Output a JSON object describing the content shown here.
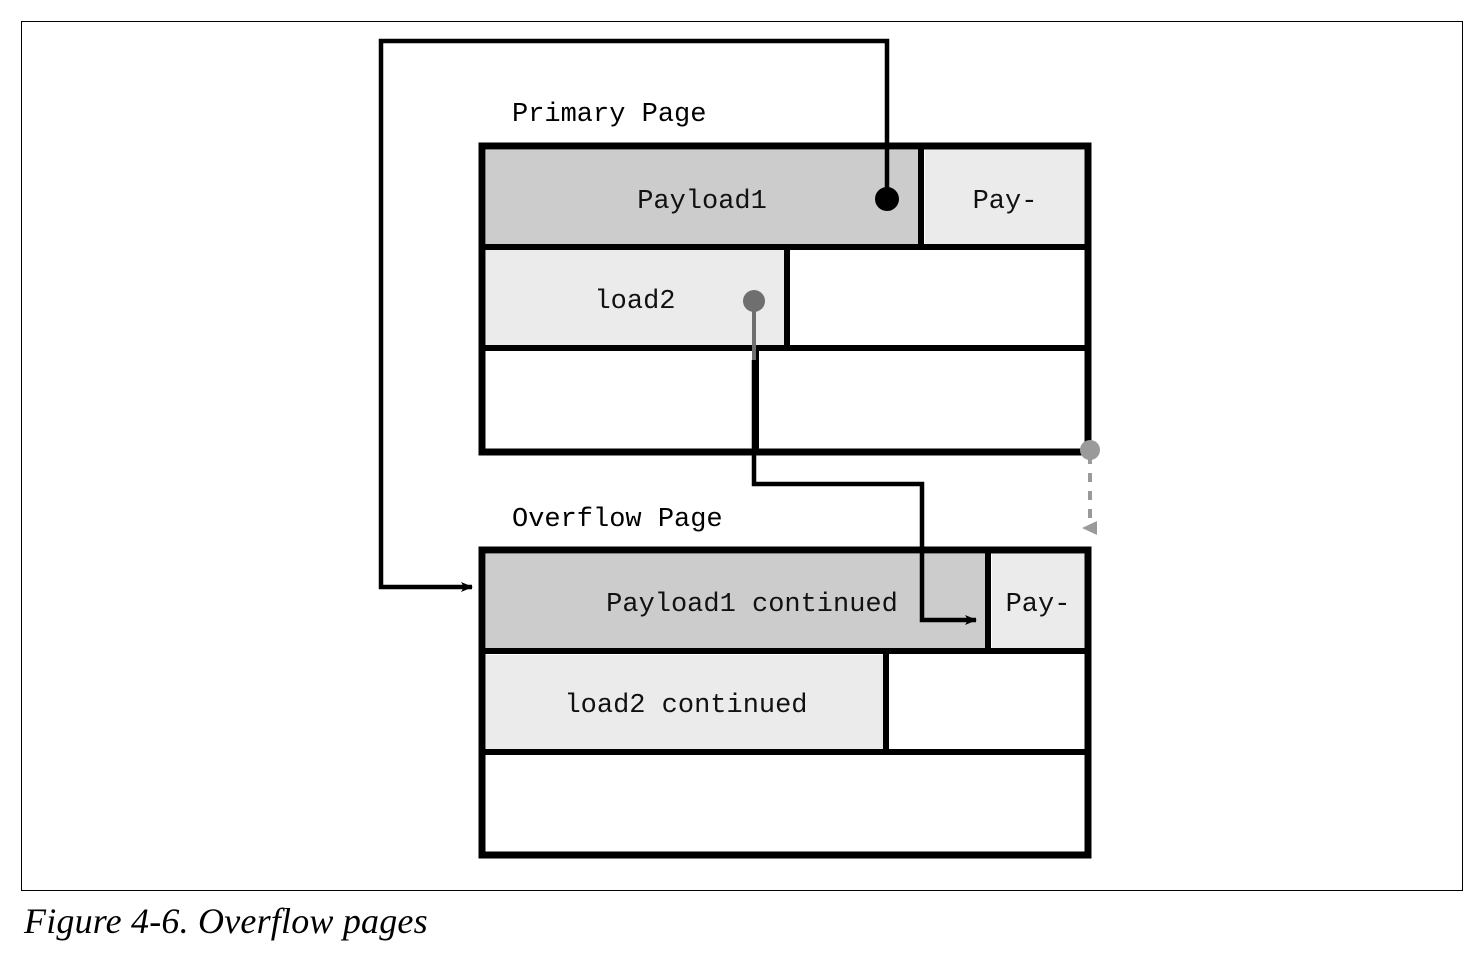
{
  "figure": {
    "caption": "Figure 4-6. Overflow pages",
    "frame_color": "#000000",
    "background": "#ffffff"
  },
  "colors": {
    "payload_dark": "#cccccc",
    "payload_light": "#ebebeb",
    "empty_white": "#ffffff",
    "border": "#000000",
    "pointer_black": "#000000",
    "pointer_gray": "#999999"
  },
  "primary_page": {
    "label": "Primary Page",
    "rows": [
      {
        "cells": [
          {
            "text": "Payload1",
            "fill": "payload_dark"
          },
          {
            "text": "Pay-",
            "fill": "payload_light"
          }
        ]
      },
      {
        "cells": [
          {
            "text": "load2",
            "fill": "payload_light"
          },
          {
            "text": "",
            "fill": "empty_white"
          }
        ]
      },
      {
        "cells": [
          {
            "text": "",
            "fill": "empty_white"
          },
          {
            "text": "",
            "fill": "empty_white"
          }
        ]
      }
    ]
  },
  "overflow_page": {
    "label": "Overflow Page",
    "rows": [
      {
        "cells": [
          {
            "text": "Payload1 continued",
            "fill": "payload_dark"
          },
          {
            "text": "Pay-",
            "fill": "payload_light"
          }
        ]
      },
      {
        "cells": [
          {
            "text": "load2 continued",
            "fill": "payload_light"
          },
          {
            "text": "",
            "fill": "empty_white"
          }
        ]
      },
      {
        "cells": [
          {
            "text": "",
            "fill": "empty_white"
          },
          {
            "text": "",
            "fill": "empty_white"
          }
        ]
      }
    ]
  },
  "connectors": [
    {
      "name": "payload1-overflow-pointer",
      "style": "solid-black",
      "from": "Payload1 cell in primary page",
      "to": "Payload1 continued cell in overflow page"
    },
    {
      "name": "payload2-overflow-pointer",
      "style": "solid-black",
      "from": "load2 cell in primary page",
      "to": "Pay- cell in overflow page"
    },
    {
      "name": "next-page-pointer",
      "style": "dashed-gray",
      "from": "primary page right edge",
      "to": "overflow page right edge"
    }
  ]
}
